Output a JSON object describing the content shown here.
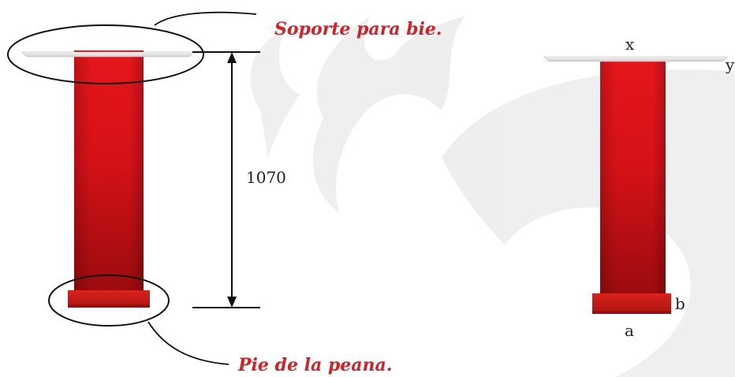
{
  "callouts": {
    "top": "Soporte para bie.",
    "bottom": "Pie de la peana."
  },
  "dimension": {
    "value": "1070"
  },
  "axes_labels": {
    "x": "x",
    "y": "y",
    "a": "a",
    "b": "b"
  },
  "colors": {
    "post_red": "#d9141b",
    "post_dark": "#8e0a0a",
    "callout_text": "#d62027",
    "watermark": "#e9e9e9",
    "line": "#111111"
  }
}
